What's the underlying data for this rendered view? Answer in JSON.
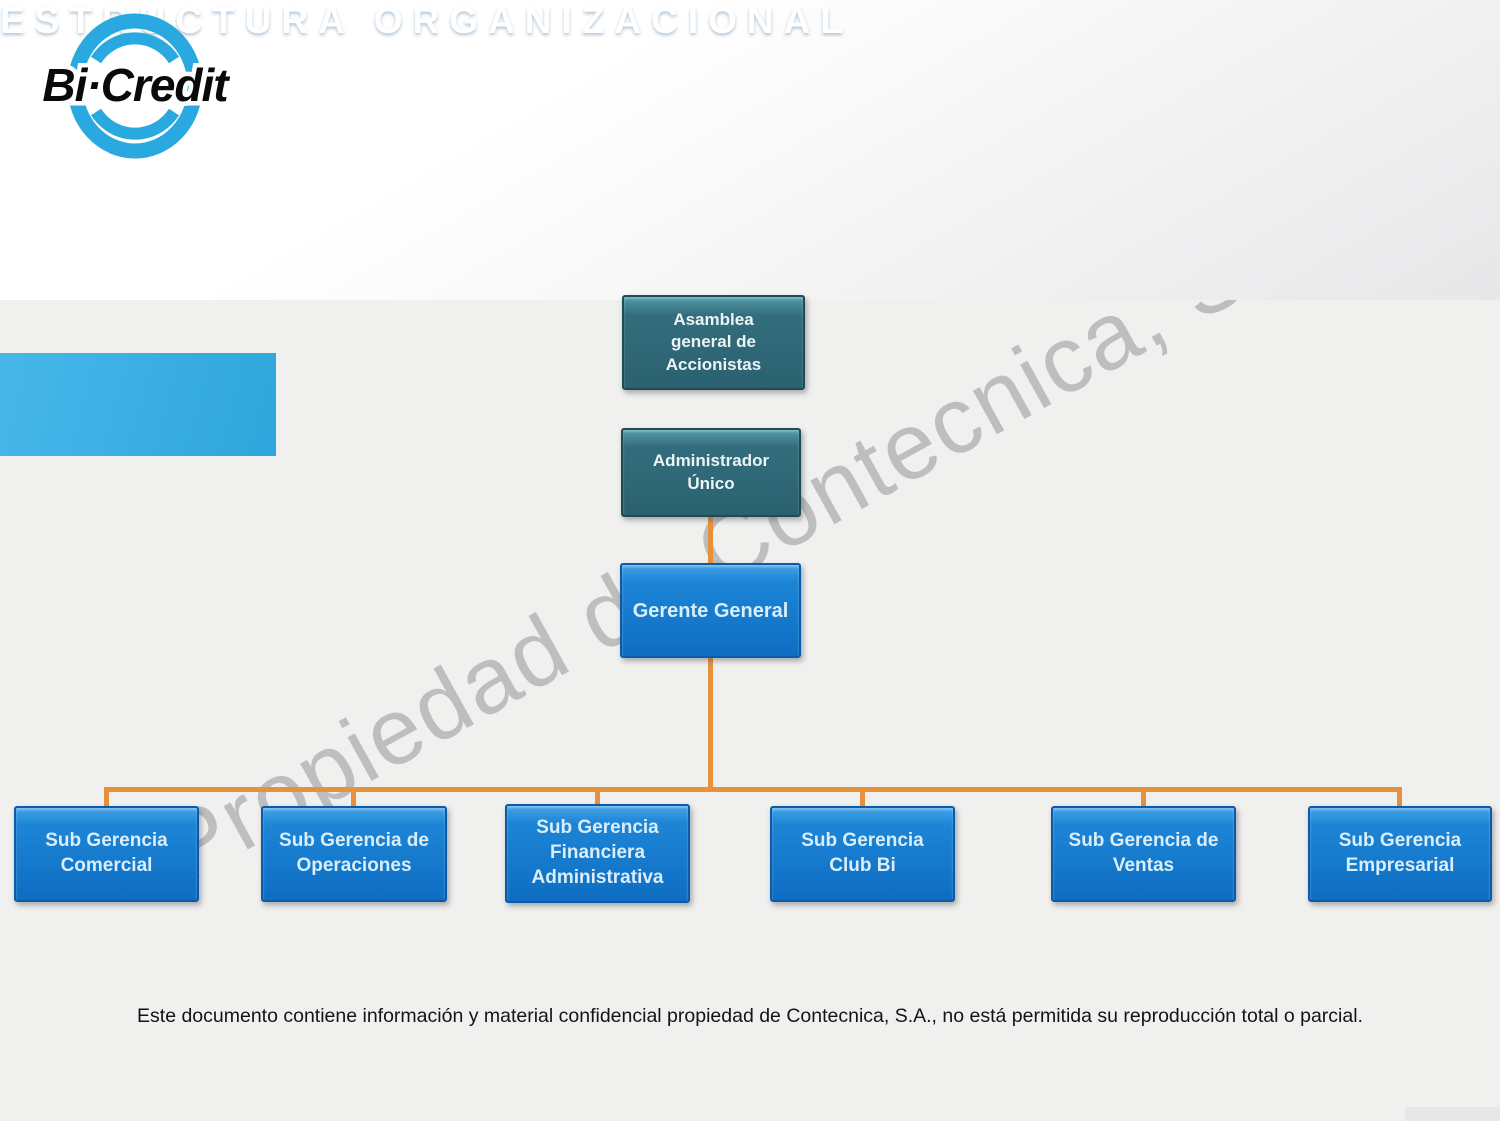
{
  "page": {
    "background_color": "#F0F0EF",
    "title": "ESTRUCTURA ORGANIZACIONAL",
    "logo_text": "Bi·Credit",
    "watermark": "Propiedad de Contecnica, S.A.",
    "footer": "Este documento contiene información y material confidencial propiedad de Contecnica, S.A., no está permitida su reproducción total o parcial."
  },
  "header": {
    "band_blue": "#2E7FC2",
    "band_cyan": "#45B2E4",
    "title_color": "#FFFFFF",
    "logo_ring_color": "#2AA9E1"
  },
  "org_chart": {
    "type": "org-tree",
    "connector_color": "#E8913C",
    "node_styles": {
      "teal": "#2E6875",
      "blue": "#1176C8"
    },
    "nodes": {
      "asamblea": {
        "label": "Asamblea general de Accionistas",
        "style": "teal"
      },
      "administrador": {
        "label": "Administrador Único",
        "style": "teal",
        "reports_to": "asamblea"
      },
      "gerente": {
        "label": "Gerente General",
        "style": "blue",
        "reports_to": "administrador"
      }
    },
    "children": [
      {
        "label": "Sub Gerencia Comercial",
        "style": "blue",
        "reports_to": "gerente"
      },
      {
        "label": "Sub Gerencia de Operaciones",
        "style": "blue",
        "reports_to": "gerente"
      },
      {
        "label": "Sub Gerencia Financiera Administrativa",
        "style": "blue",
        "reports_to": "gerente"
      },
      {
        "label": "Sub Gerencia Club Bi",
        "style": "blue",
        "reports_to": "gerente"
      },
      {
        "label": "Sub Gerencia de Ventas",
        "style": "blue",
        "reports_to": "gerente"
      },
      {
        "label": "Sub Gerencia Empresarial",
        "style": "blue",
        "reports_to": "gerente"
      }
    ]
  }
}
